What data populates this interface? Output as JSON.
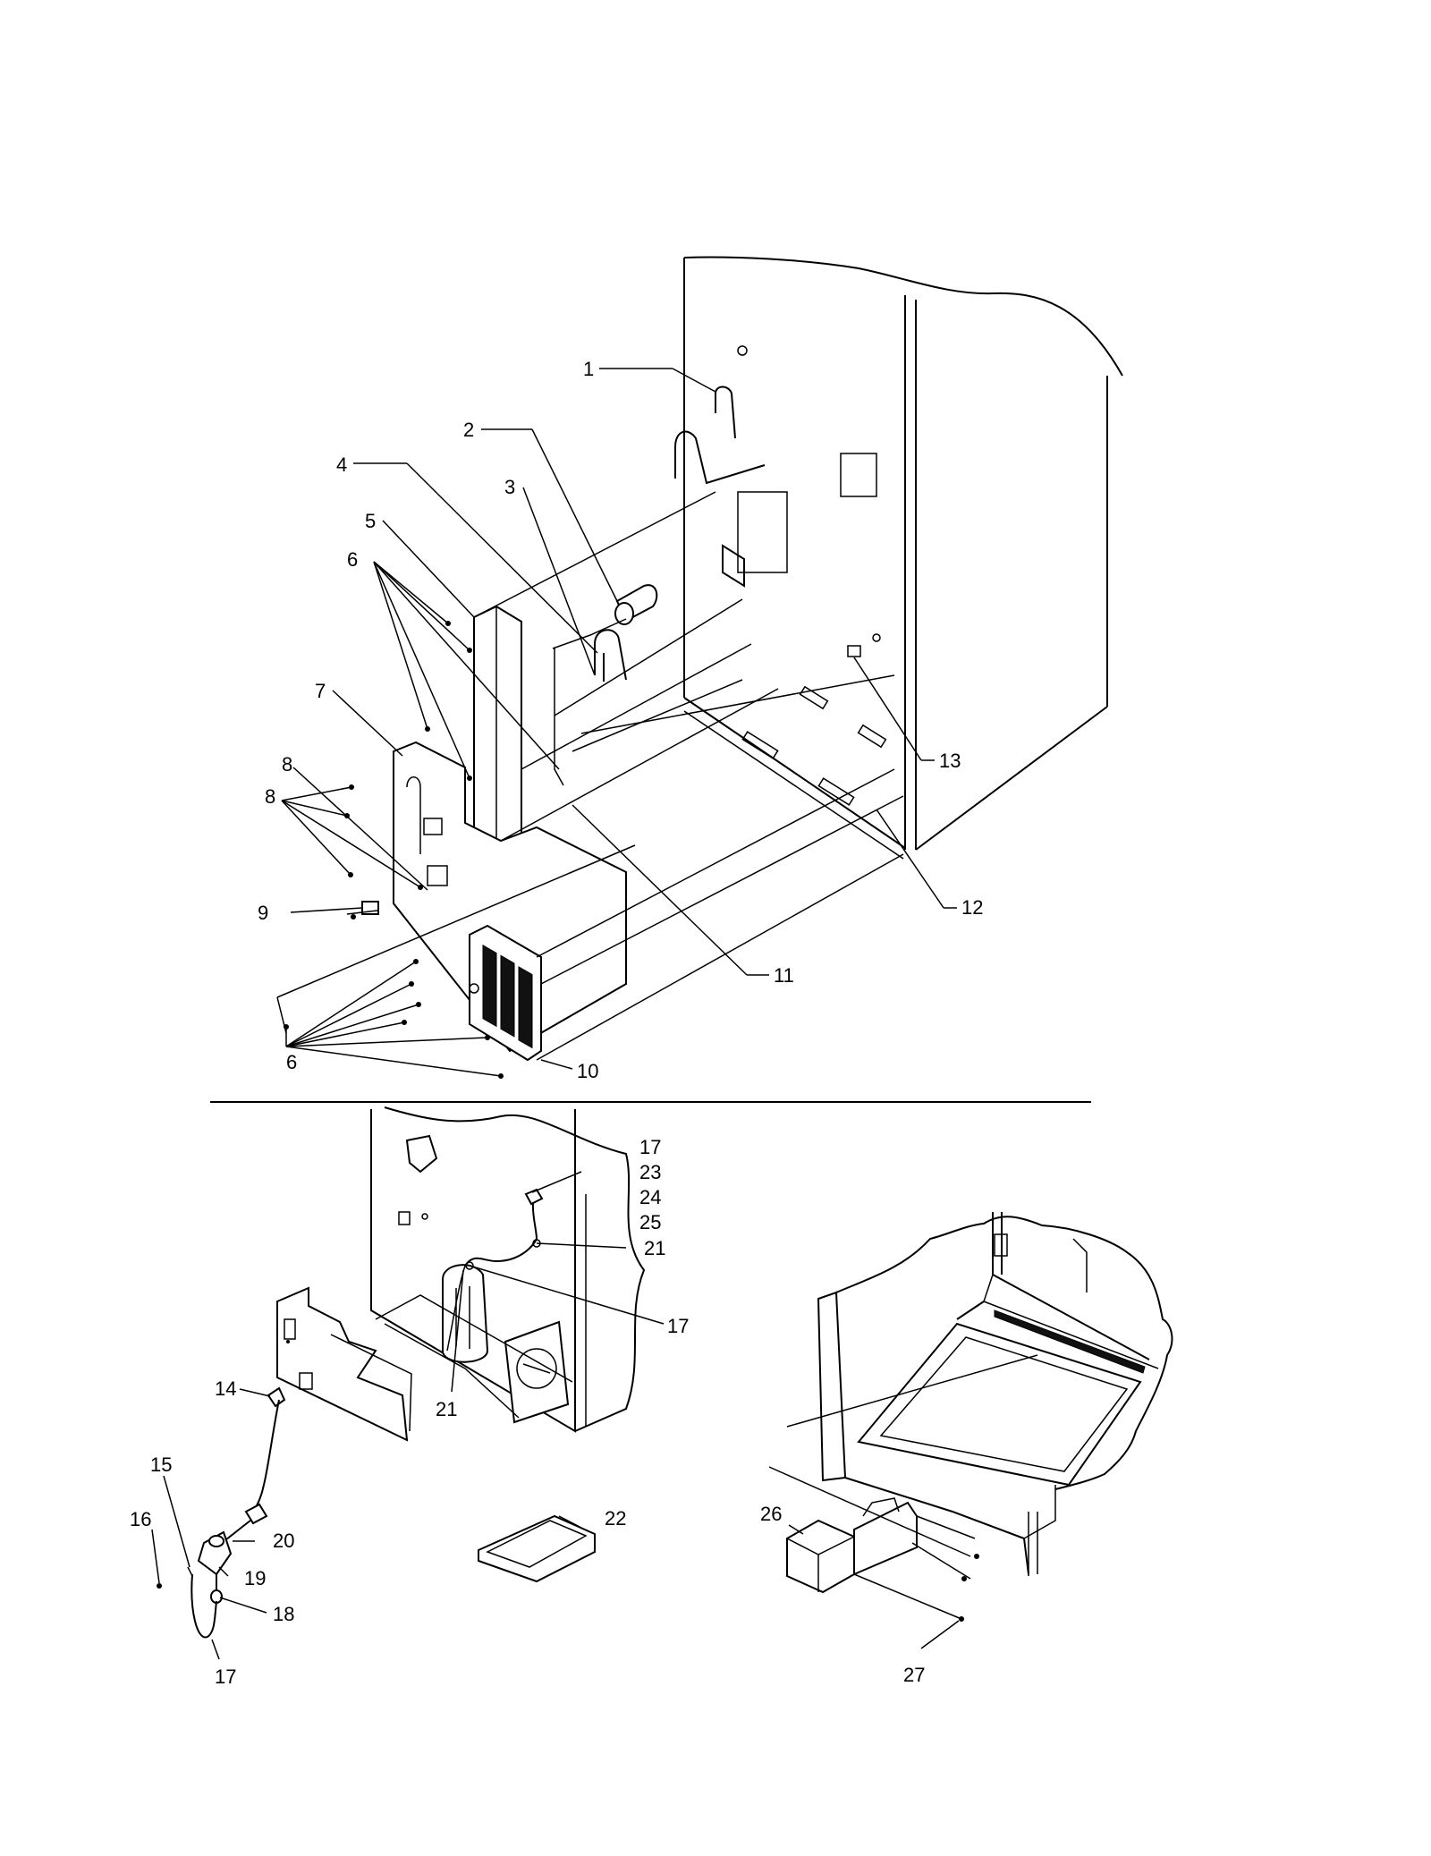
{
  "callouts": {
    "c1": "1",
    "c2": "2",
    "c3": "3",
    "c4": "4",
    "c5": "5",
    "c6a": "6",
    "c6b": "6",
    "c7": "7",
    "c8a": "8",
    "c8b": "8",
    "c9": "9",
    "c10": "10",
    "c11": "11",
    "c12": "12",
    "c13": "13",
    "c14": "14",
    "c15": "15",
    "c16": "16",
    "c17a": "17",
    "c17b": "17",
    "c17c": "17",
    "c18": "18",
    "c19": "19",
    "c20": "20",
    "c21a": "21",
    "c21b": "21",
    "c22": "22",
    "c23": "23",
    "c24": "24",
    "c25": "25",
    "c26": "26",
    "c27": "27"
  }
}
